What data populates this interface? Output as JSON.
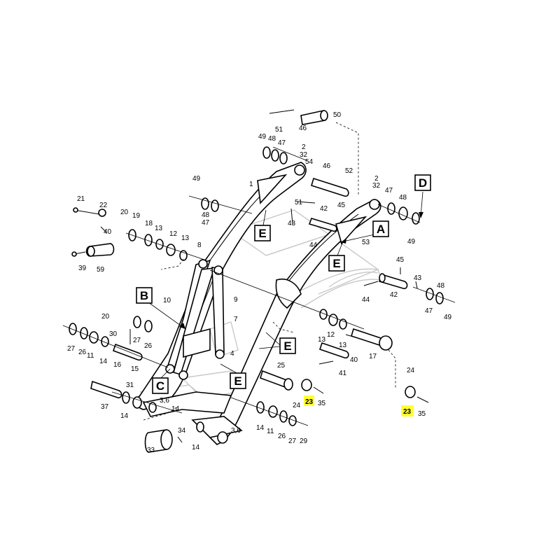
{
  "diagram": {
    "highlight_color": "#ffff33",
    "callouts": [
      {
        "id": "A",
        "text": "A"
      },
      {
        "id": "B",
        "text": "B"
      },
      {
        "id": "C",
        "text": "C"
      },
      {
        "id": "D",
        "text": "D"
      },
      {
        "id": "E1",
        "text": "E"
      },
      {
        "id": "E2",
        "text": "E"
      },
      {
        "id": "E3",
        "text": "E"
      },
      {
        "id": "E4",
        "text": "E"
      }
    ],
    "labels": [
      {
        "id": "l1",
        "text": "50"
      },
      {
        "id": "l2",
        "text": "51"
      },
      {
        "id": "l3",
        "text": "46"
      },
      {
        "id": "l4",
        "text": "49"
      },
      {
        "id": "l5",
        "text": "48"
      },
      {
        "id": "l6",
        "text": "47"
      },
      {
        "id": "l7",
        "text": "2"
      },
      {
        "id": "l8",
        "text": "32"
      },
      {
        "id": "l9",
        "text": "54"
      },
      {
        "id": "l10",
        "text": "46"
      },
      {
        "id": "l11",
        "text": "52"
      },
      {
        "id": "l12",
        "text": "1"
      },
      {
        "id": "l13",
        "text": "2"
      },
      {
        "id": "l14",
        "text": "32"
      },
      {
        "id": "l15",
        "text": "47"
      },
      {
        "id": "l16",
        "text": "48"
      },
      {
        "id": "l17",
        "text": "49"
      },
      {
        "id": "l18",
        "text": "49"
      },
      {
        "id": "l19",
        "text": "48"
      },
      {
        "id": "l20",
        "text": "47"
      },
      {
        "id": "l21",
        "text": "51"
      },
      {
        "id": "l22",
        "text": "42"
      },
      {
        "id": "l23",
        "text": "45"
      },
      {
        "id": "l24",
        "text": "43"
      },
      {
        "id": "l25",
        "text": "44"
      },
      {
        "id": "l26",
        "text": "53"
      },
      {
        "id": "l27",
        "text": "21"
      },
      {
        "id": "l28",
        "text": "22"
      },
      {
        "id": "l29",
        "text": "20"
      },
      {
        "id": "l30",
        "text": "19"
      },
      {
        "id": "l31",
        "text": "18"
      },
      {
        "id": "l32",
        "text": "13"
      },
      {
        "id": "l33",
        "text": "12"
      },
      {
        "id": "l34",
        "text": "13"
      },
      {
        "id": "l35",
        "text": "40"
      },
      {
        "id": "l36",
        "text": "8"
      },
      {
        "id": "l37",
        "text": "39"
      },
      {
        "id": "l38",
        "text": "59"
      },
      {
        "id": "l39",
        "text": "10"
      },
      {
        "id": "l40",
        "text": "9"
      },
      {
        "id": "l41",
        "text": "7"
      },
      {
        "id": "l42",
        "text": "45"
      },
      {
        "id": "l43",
        "text": "43"
      },
      {
        "id": "l44",
        "text": "44"
      },
      {
        "id": "l45",
        "text": "42"
      },
      {
        "id": "l46",
        "text": "48"
      },
      {
        "id": "l47",
        "text": "47"
      },
      {
        "id": "l48",
        "text": "49"
      },
      {
        "id": "l49",
        "text": "20"
      },
      {
        "id": "l50",
        "text": "30"
      },
      {
        "id": "l51",
        "text": "27"
      },
      {
        "id": "l52",
        "text": "26"
      },
      {
        "id": "l53",
        "text": "27"
      },
      {
        "id": "l54",
        "text": "26"
      },
      {
        "id": "l55",
        "text": "11"
      },
      {
        "id": "l56",
        "text": "14"
      },
      {
        "id": "l57",
        "text": "16"
      },
      {
        "id": "l58",
        "text": "15"
      },
      {
        "id": "l59",
        "text": "31"
      },
      {
        "id": "l60",
        "text": "13"
      },
      {
        "id": "l61",
        "text": "12"
      },
      {
        "id": "l62",
        "text": "13"
      },
      {
        "id": "l63",
        "text": "40"
      },
      {
        "id": "l64",
        "text": "41"
      },
      {
        "id": "l65",
        "text": "17"
      },
      {
        "id": "l66",
        "text": "24"
      },
      {
        "id": "l67",
        "text": "4"
      },
      {
        "id": "l68",
        "text": "25"
      },
      {
        "id": "l69",
        "text": "37"
      },
      {
        "id": "l70",
        "text": "14"
      },
      {
        "id": "l71",
        "text": "3,6"
      },
      {
        "id": "l72",
        "text": "14"
      },
      {
        "id": "l73",
        "text": "24"
      },
      {
        "id": "l74",
        "text": "35"
      },
      {
        "id": "l75",
        "text": "35"
      },
      {
        "id": "l76",
        "text": "14"
      },
      {
        "id": "l77",
        "text": "11"
      },
      {
        "id": "l78",
        "text": "26"
      },
      {
        "id": "l79",
        "text": "27"
      },
      {
        "id": "l80",
        "text": "29"
      },
      {
        "id": "l81",
        "text": "3,6"
      },
      {
        "id": "l82",
        "text": "34"
      },
      {
        "id": "l83",
        "text": "33"
      },
      {
        "id": "l84",
        "text": "14"
      }
    ],
    "highlighted_labels": [
      {
        "id": "h1",
        "text": "23"
      },
      {
        "id": "h2",
        "text": "23"
      }
    ]
  }
}
